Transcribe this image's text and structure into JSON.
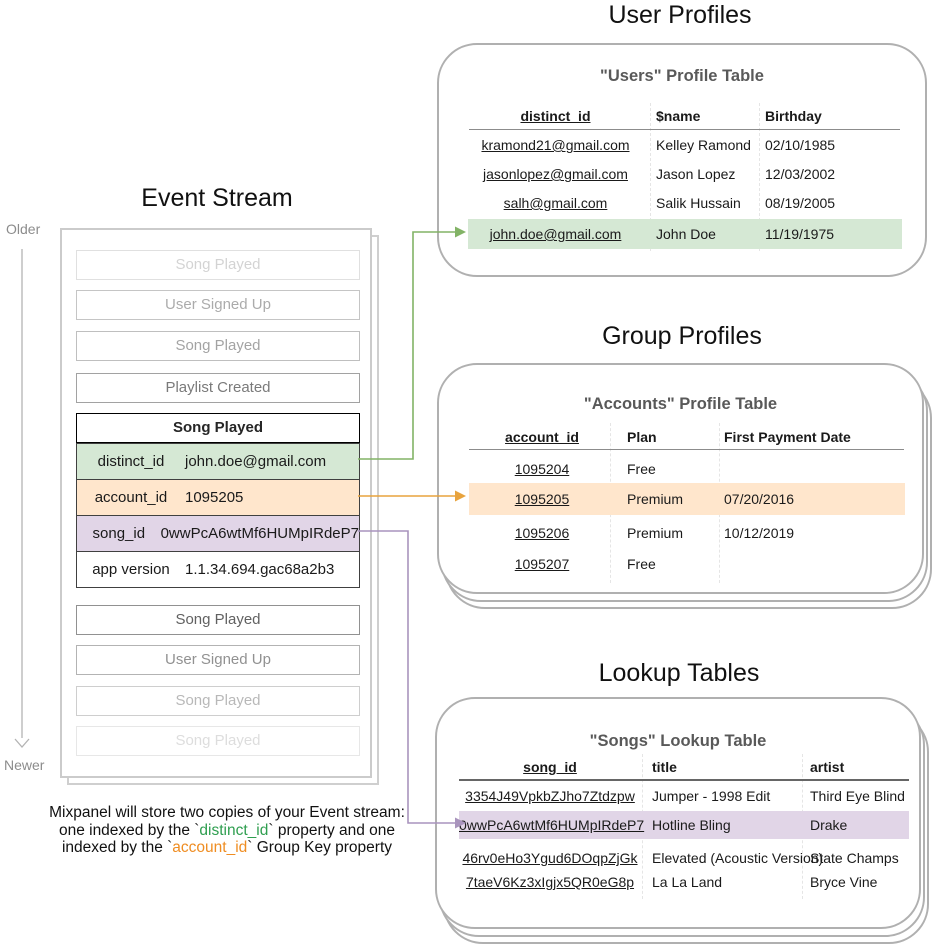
{
  "colors": {
    "green_highlight": "#d5e8d4",
    "orange_highlight": "#ffe6cc",
    "purple_highlight": "#e1d5e7",
    "green_arrow": "#82b366",
    "orange_arrow": "#e8a33d",
    "purple_arrow": "#a994bd",
    "green_text": "#2e9e4f",
    "orange_text": "#ef8d22"
  },
  "event_stream": {
    "title": "Event Stream",
    "older_label": "Older",
    "newer_label": "Newer",
    "events_before": [
      {
        "label": "Song Played"
      },
      {
        "label": "User Signed Up"
      },
      {
        "label": "Song Played"
      },
      {
        "label": "Playlist Created"
      }
    ],
    "expanded_event": {
      "title": "Song Played",
      "properties": [
        {
          "key": "distinct_id",
          "value": "john.doe@gmail.com"
        },
        {
          "key": "account_id",
          "value": "1095205"
        },
        {
          "key": "song_id",
          "value": "0wwPcA6wtMf6HUMpIRdeP7"
        },
        {
          "key": "app version",
          "value": "1.1.34.694.gac68a2b3"
        }
      ]
    },
    "events_after": [
      {
        "label": "Song Played"
      },
      {
        "label": "User Signed Up"
      },
      {
        "label": "Song Played"
      },
      {
        "label": "Song Played"
      }
    ],
    "caption_lines": [
      {
        "pre": "Mixpanel will store two copies of your Event stream:",
        "key": "",
        "post": ""
      },
      {
        "pre": "one indexed by the `",
        "key": "distinct_id",
        "post": "` property and one"
      },
      {
        "pre": "indexed by the `",
        "key": "account_id",
        "post": "` Group Key property"
      }
    ]
  },
  "user_profiles": {
    "section_title": "User Profiles",
    "table_title": "\"Users\" Profile Table",
    "columns": [
      "distinct_id",
      "$name",
      "Birthday"
    ],
    "rows": [
      [
        "kramond21@gmail.com",
        "Kelley Ramond",
        "02/10/1985"
      ],
      [
        "jasonlopez@gmail.com",
        "Jason Lopez",
        "12/03/2002"
      ],
      [
        "salh@gmail.com",
        "Salik Hussain",
        "08/19/2005"
      ],
      [
        "john.doe@gmail.com",
        "John Doe",
        "11/19/1975"
      ]
    ]
  },
  "group_profiles": {
    "section_title": "Group Profiles",
    "table_title": "\"Accounts\" Profile Table",
    "columns": [
      "account_id",
      "Plan",
      "First Payment Date"
    ],
    "rows": [
      [
        "1095204",
        "Free",
        ""
      ],
      [
        "1095205",
        "Premium",
        "07/20/2016"
      ],
      [
        "1095206",
        "Premium",
        "10/12/2019"
      ],
      [
        "1095207",
        "Free",
        ""
      ]
    ]
  },
  "lookup_tables": {
    "section_title": "Lookup Tables",
    "table_title": "\"Songs\" Lookup Table",
    "columns": [
      "song_id",
      "title",
      "artist"
    ],
    "rows": [
      [
        "3354J49VpkbZJho7Ztdzpw",
        "Jumper - 1998 Edit",
        "Third Eye Blind"
      ],
      [
        "0wwPcA6wtMf6HUMpIRdeP7",
        "Hotline Bling",
        "Drake"
      ],
      [
        "46rv0eHo3Ygud6DOqpZjGk",
        "Elevated (Acoustic Version)",
        "State Champs"
      ],
      [
        "7taeV6Kz3xIgjx5QR0eG8p",
        "La La Land",
        "Bryce Vine"
      ]
    ]
  }
}
